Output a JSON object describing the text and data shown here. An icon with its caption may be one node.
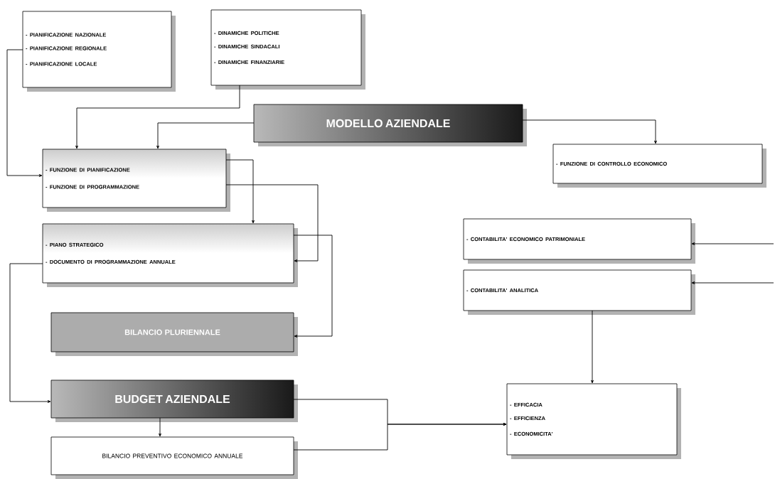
{
  "diagram": {
    "nodes": [
      {
        "text": [
          "- PIANIFICAZIONE NAZIONALE",
          "- PIANIFICAZIONE REGIONALE",
          "- PIANIFICAZIONE LOCALE"
        ]
      },
      {
        "text": [
          "- DINAMICHE POLITICHE",
          "- DINAMICHE SINDACALI",
          "- DINAMICHE FINANZIARIE"
        ]
      },
      {
        "text": [
          "MODELLO AZIENDALE"
        ]
      },
      {
        "text": [
          "- FUNZIONE DI CONTROLLO ECONOMICO"
        ]
      },
      {
        "text": [
          "- FUNZIONE DI PIANIFICAZIONE",
          "- FUNZIONE DI PROGRAMMAZIONE"
        ]
      },
      {
        "text": [
          "- PIANO STRATEGICO",
          "- DOCUMENTO DI PROGRAMMAZIONE ANNUALE"
        ]
      },
      {
        "text": [
          "BILANCIO PLURIENNALE"
        ]
      },
      {
        "text": [
          "- CONTABILITA' ECONOMICO PATRIMONIALE"
        ]
      },
      {
        "text": [
          "- CONTABILITA' ANALITICA"
        ]
      },
      {
        "text": [
          "BUDGET AZIENDALE"
        ]
      },
      {
        "text": [
          "BILANCIO PREVENTIVO ECONOMICO ANNUALE"
        ]
      },
      {
        "text": [
          "- EFFICACIA",
          "- EFFICIENZA",
          "- ECONOMICITA'"
        ]
      }
    ],
    "edges": [
      {
        "from": 0,
        "to": 4,
        "arrow": "to"
      },
      {
        "from": 1,
        "to": 4,
        "arrow": "to"
      },
      {
        "from": 2,
        "to": 4,
        "arrow": "to"
      },
      {
        "from": 2,
        "to": 3,
        "arrow": "to"
      },
      {
        "from": 4,
        "to": 5,
        "arrow": "to"
      },
      {
        "from": 4,
        "to": 5,
        "arrow": "to"
      },
      {
        "from": 5,
        "to": 6,
        "arrow": "to"
      },
      {
        "from": 5,
        "to": 9,
        "arrow": "to"
      },
      {
        "from": 9,
        "to": 10,
        "arrow": "to"
      },
      {
        "from": 9,
        "to": 11,
        "arrow": "to"
      },
      {
        "from": 10,
        "to": 11,
        "arrow": "to"
      },
      {
        "from": 8,
        "to": 11,
        "arrow": "to"
      },
      {
        "from": null,
        "to": 7,
        "arrow": "to"
      },
      {
        "from": null,
        "to": 8,
        "arrow": "to"
      }
    ]
  }
}
